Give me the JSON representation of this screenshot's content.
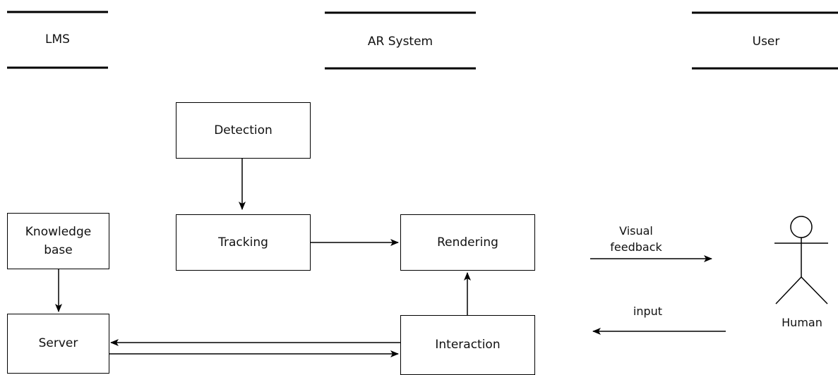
{
  "lanes": {
    "lms": "LMS",
    "ar_system": "AR System",
    "user": "User"
  },
  "nodes": {
    "detection": "Detection",
    "tracking": "Tracking",
    "rendering": "Rendering",
    "knowledge_base": "Knowledge\nbase",
    "server": "Server",
    "interaction": "Interaction"
  },
  "actor": {
    "label": "Human"
  },
  "edges": {
    "visual_feedback": "Visual\nfeedback",
    "input": "input"
  }
}
